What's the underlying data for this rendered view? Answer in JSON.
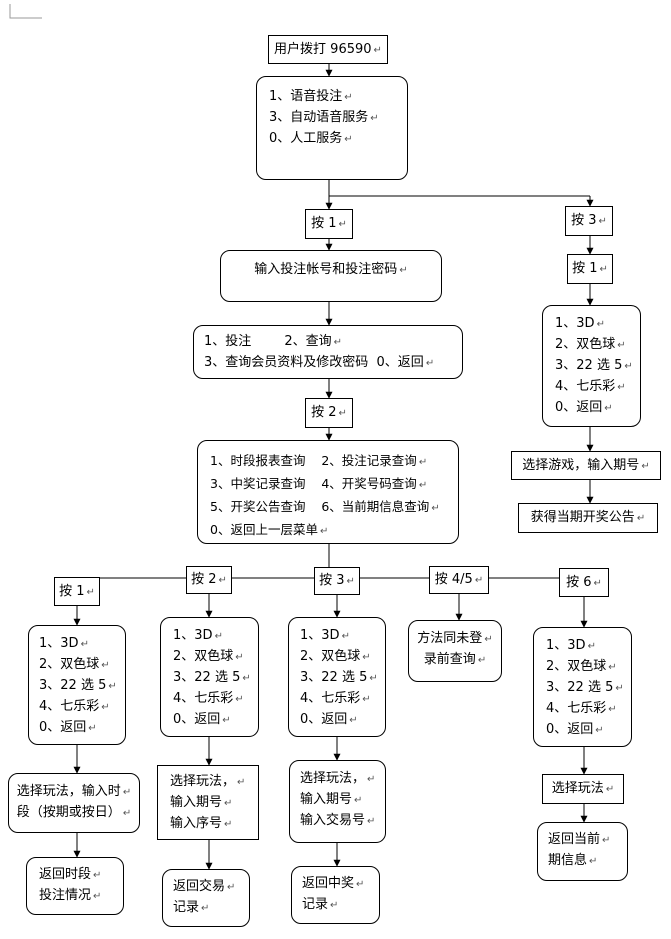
{
  "nodes": {
    "start": [
      "用户拨打 96590"
    ],
    "main_menu": [
      "1、语音投注",
      "3、自动语音服务",
      "0、人工服务"
    ],
    "press1": [
      "按 1"
    ],
    "login": [
      "输入投注帐号和投注密码"
    ],
    "menu1": [
      "1、投注        2、查询",
      "3、查询会员资料及修改密码  0、返回"
    ],
    "press2": [
      "按 2"
    ],
    "query_menu": [
      "1、时段报表查询    2、投注记录查询",
      "3、中奖记录查询    4、开奖号码查询",
      "5、开奖公告查询    6、当前期信息查询",
      "0、返回上一层菜单"
    ],
    "press3": [
      "按 3"
    ],
    "press3_1": [
      "按 1"
    ],
    "game_menu_r": [
      "1、3D",
      "2、双色球",
      "3、22 选 5",
      "4、七乐彩",
      "0、返回"
    ],
    "select_game": [
      "选择游戏，输入期号"
    ],
    "get_notice": [
      "获得当期开奖公告"
    ],
    "b_press1": [
      "按 1"
    ],
    "b_press2": [
      "按 2"
    ],
    "b_press3": [
      "按 3"
    ],
    "b_press45": [
      "按 4/5"
    ],
    "b_press6": [
      "按 6"
    ],
    "g1": [
      "1、3D",
      "2、双色球",
      "3、22 选 5",
      "4、七乐彩",
      "0、返回"
    ],
    "g2": [
      "1、3D",
      "2、双色球",
      "3、22 选 5",
      "4、七乐彩",
      "0、返回"
    ],
    "g3": [
      "1、3D",
      "2、双色球",
      "3、22 选 5",
      "4、七乐彩",
      "0、返回"
    ],
    "same_query": [
      "方法同未登",
      "录前查询"
    ],
    "g6": [
      "1、3D",
      "2、双色球",
      "3、22 选 5",
      "4、七乐彩",
      "0、返回"
    ],
    "sel1": [
      "选择玩法，输入时",
      "段（按期或按日）"
    ],
    "sel2": [
      "选择玩法，",
      "输入期号",
      "输入序号"
    ],
    "sel3": [
      "选择玩法，",
      "输入期号",
      "输入交易号"
    ],
    "sel6": [
      "选择玩法"
    ],
    "ret1": [
      "返回时段",
      "投注情况"
    ],
    "ret2": [
      "返回交易",
      "记录"
    ],
    "ret3": [
      "返回中奖",
      "记录"
    ],
    "ret6": [
      "返回当前",
      "期信息"
    ]
  },
  "para_mark": "↵"
}
